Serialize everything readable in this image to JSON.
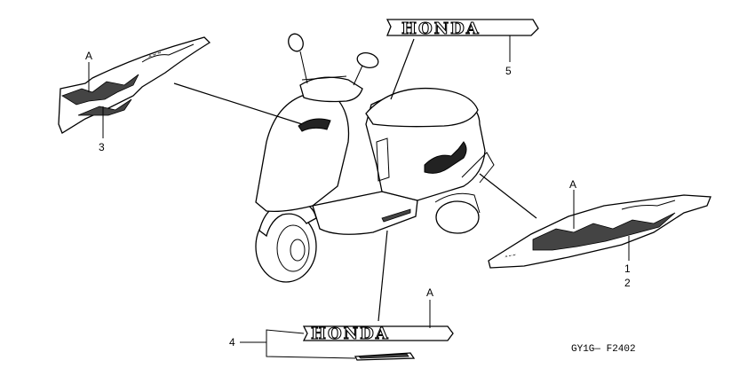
{
  "callouts": {
    "part_1": "1",
    "part_2": "2",
    "part_3": "3",
    "part_4": "4",
    "part_5": "5",
    "marker_a_left": "A",
    "marker_a_right": "A",
    "marker_a_bottom": "A"
  },
  "stripe_text": {
    "top": "HONDA",
    "bottom": "HONDA"
  },
  "diagram_code": "GY1G— F2402"
}
